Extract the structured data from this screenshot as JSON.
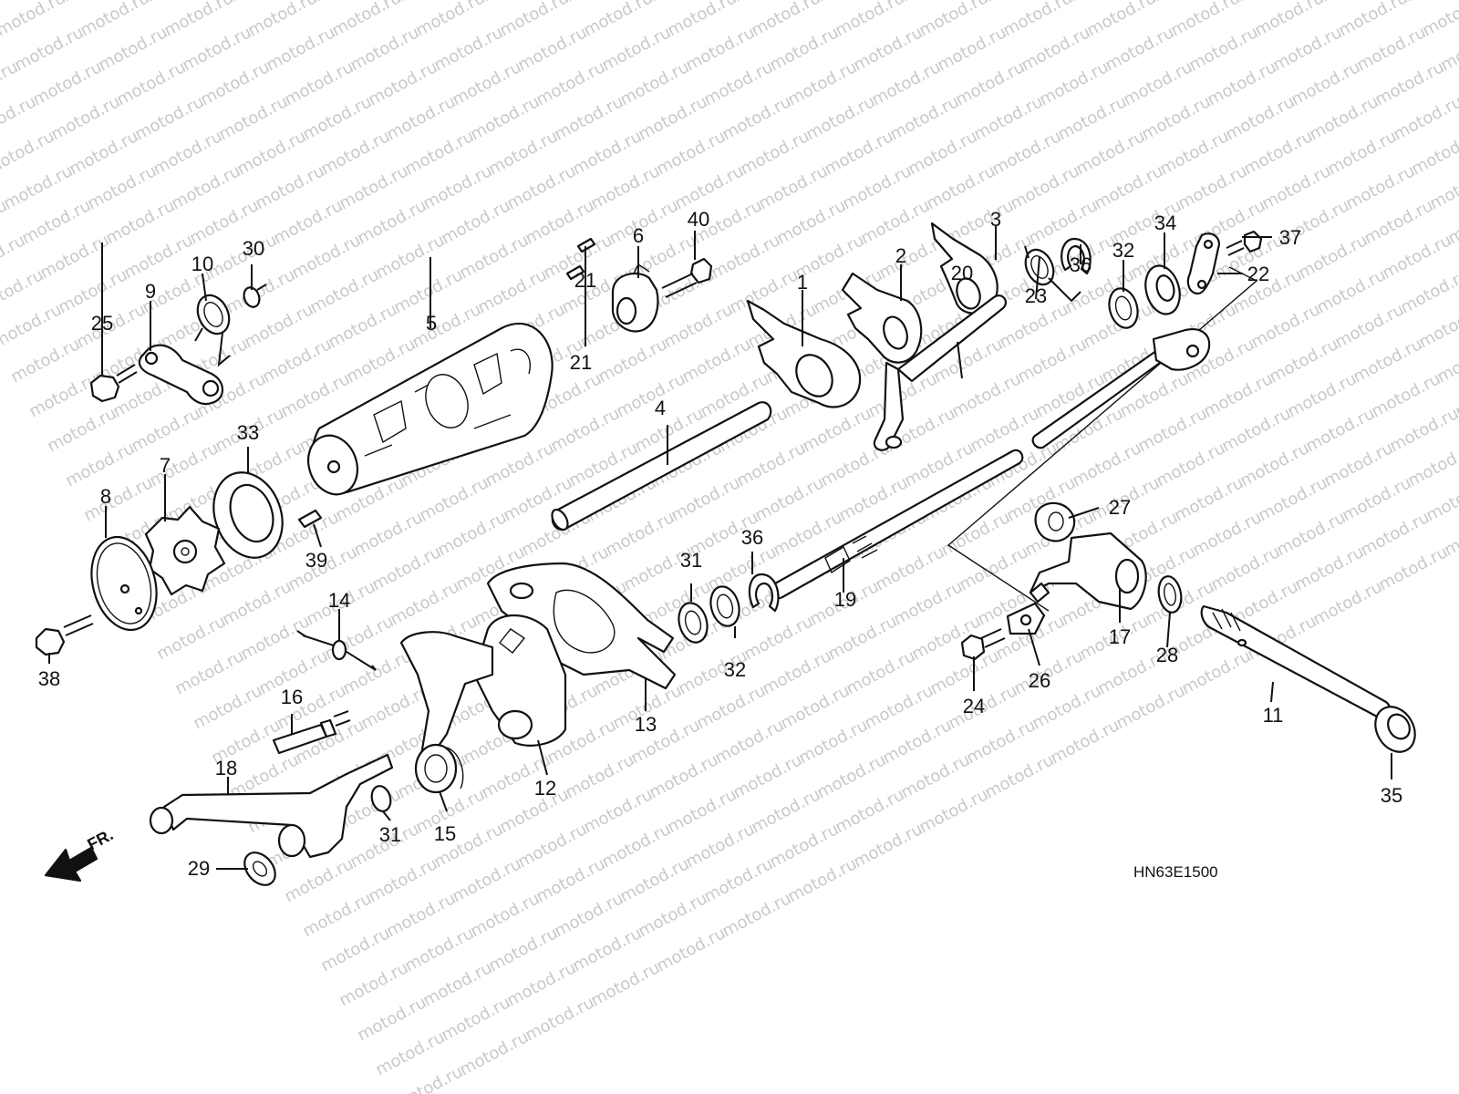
{
  "diagram": {
    "watermark": "motod.ru",
    "drawing_code": "HN63E1500",
    "direction_label": "FR.",
    "callouts": [
      {
        "n": "1"
      },
      {
        "n": "2"
      },
      {
        "n": "3"
      },
      {
        "n": "4"
      },
      {
        "n": "5"
      },
      {
        "n": "6"
      },
      {
        "n": "7"
      },
      {
        "n": "8"
      },
      {
        "n": "9"
      },
      {
        "n": "10"
      },
      {
        "n": "11"
      },
      {
        "n": "12"
      },
      {
        "n": "13"
      },
      {
        "n": "14"
      },
      {
        "n": "15"
      },
      {
        "n": "16"
      },
      {
        "n": "17"
      },
      {
        "n": "18"
      },
      {
        "n": "19"
      },
      {
        "n": "20"
      },
      {
        "n": "21"
      },
      {
        "n": "21"
      },
      {
        "n": "22"
      },
      {
        "n": "23"
      },
      {
        "n": "24"
      },
      {
        "n": "25"
      },
      {
        "n": "26"
      },
      {
        "n": "27"
      },
      {
        "n": "28"
      },
      {
        "n": "29"
      },
      {
        "n": "30"
      },
      {
        "n": "31"
      },
      {
        "n": "31"
      },
      {
        "n": "32"
      },
      {
        "n": "32"
      },
      {
        "n": "33"
      },
      {
        "n": "34"
      },
      {
        "n": "35"
      },
      {
        "n": "36"
      },
      {
        "n": "36"
      },
      {
        "n": "37"
      },
      {
        "n": "38"
      },
      {
        "n": "39"
      },
      {
        "n": "40"
      }
    ]
  }
}
